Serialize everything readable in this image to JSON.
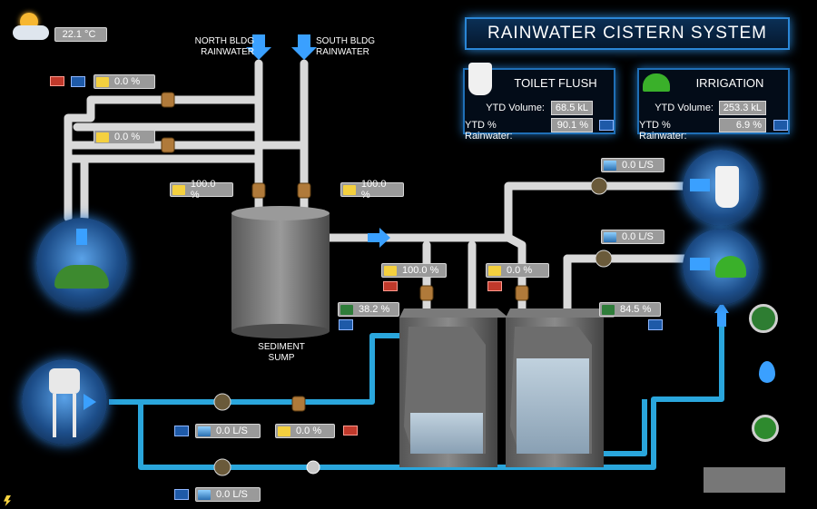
{
  "weather": {
    "temperature": "22.1 °C"
  },
  "title": "RAINWATER CISTERN SYSTEM",
  "inlets": {
    "north": "NORTH BLDG\nRAINWATER",
    "south": "SOUTH BLDG\nRAINWATER"
  },
  "valves": {
    "top1": "0.0 %",
    "top2": "0.0 %",
    "north": "100.0 %",
    "south": "100.0 %",
    "tank1": "100.0 %",
    "tank2": "0.0 %",
    "city": "0.0 %"
  },
  "levels": {
    "tank1": "38.2 %",
    "tank2": "84.5 %"
  },
  "flows": {
    "toilet": "0.0 L/S",
    "irrigation": "0.0 L/S",
    "city_main": "0.0 L/S",
    "city_bypass": "0.0 L/S"
  },
  "sump_label": "SEDIMENT\nSUMP",
  "toilet_panel": {
    "title": "TOILET FLUSH",
    "ytd_volume_label": "YTD Volume:",
    "ytd_volume": "68.5 kL",
    "ytd_pct_label": "YTD % Rainwater:",
    "ytd_pct": "90.1 %"
  },
  "irrigation_panel": {
    "title": "IRRIGATION",
    "ytd_volume_label": "YTD Volume:",
    "ytd_volume": "253.3 kL",
    "ytd_pct_label": "YTD % Rainwater:",
    "ytd_pct": "6.9 %"
  },
  "colors": {
    "pipe_white": "#e8e8e8",
    "pipe_blue": "#29a3d6",
    "accent": "#2a86d6"
  }
}
